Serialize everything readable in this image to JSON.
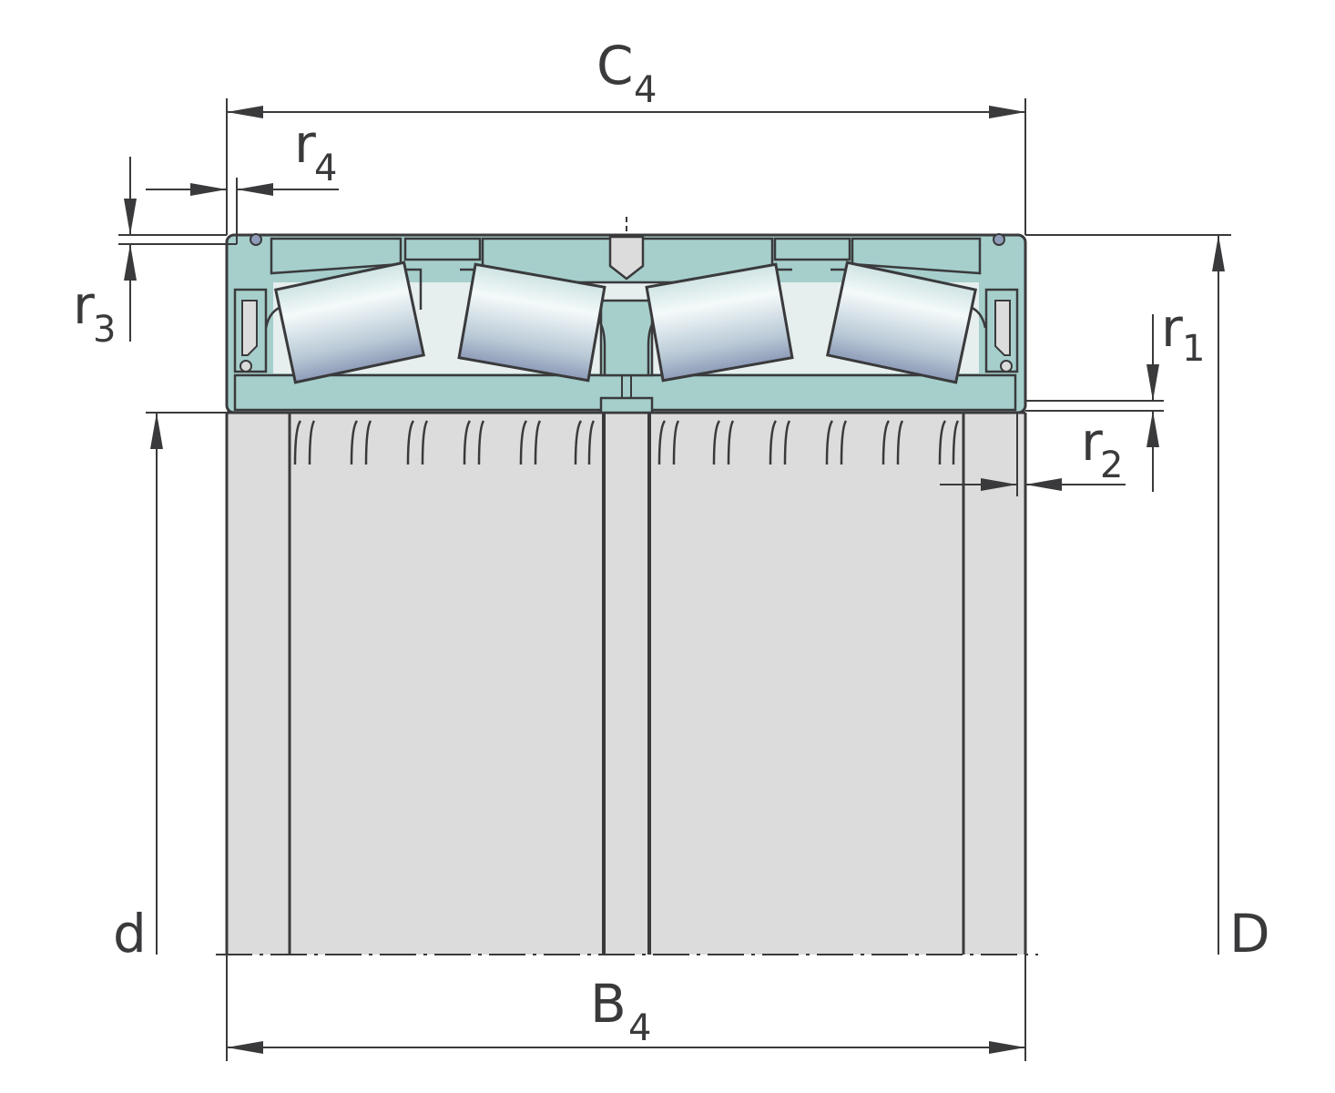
{
  "diagram": {
    "colors": {
      "line": "#3a3a3c",
      "ring_teal": "#a6cfcc",
      "sleeve_gray": "#dcdcdc",
      "roller_light": "#e8f2f1",
      "roller_dark": "#8e9cb8",
      "background": "#ffffff"
    },
    "labels": {
      "C4": {
        "main": "C",
        "sub": "4"
      },
      "B4": {
        "main": "B",
        "sub": "4"
      },
      "r1": {
        "main": "r",
        "sub": "1"
      },
      "r2": {
        "main": "r",
        "sub": "2"
      },
      "r3": {
        "main": "r",
        "sub": "3"
      },
      "r4": {
        "main": "r",
        "sub": "4"
      },
      "d": "d",
      "D": "D"
    }
  }
}
